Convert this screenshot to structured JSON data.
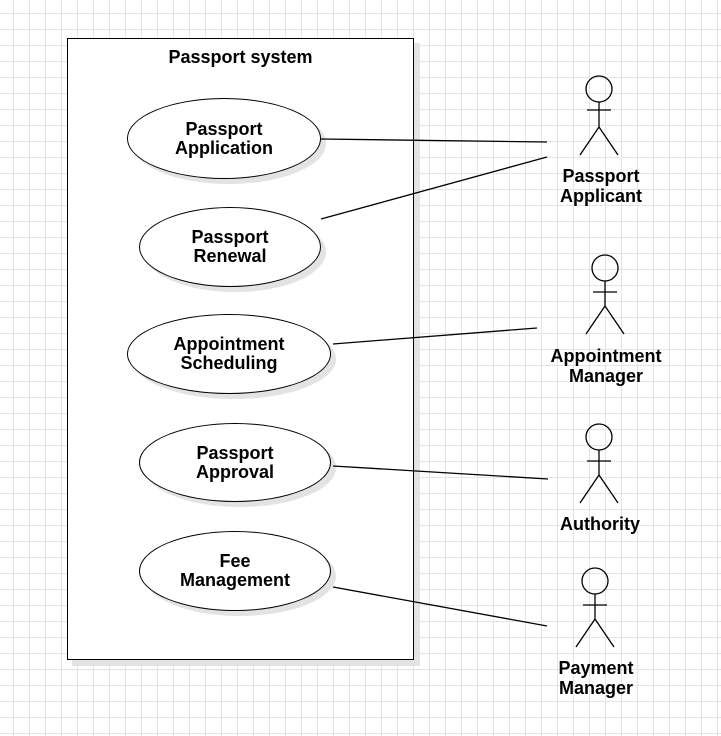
{
  "system": {
    "title": "Passport system"
  },
  "use_cases": [
    {
      "id": "passport-application",
      "label": "Passport\nApplication"
    },
    {
      "id": "passport-renewal",
      "label": "Passport\nRenewal"
    },
    {
      "id": "appointment-scheduling",
      "label": "Appointment\nScheduling"
    },
    {
      "id": "passport-approval",
      "label": "Passport\nApproval"
    },
    {
      "id": "fee-management",
      "label": "Fee\nManagement"
    }
  ],
  "actors": [
    {
      "id": "passport-applicant",
      "label": "Passport\nApplicant"
    },
    {
      "id": "appointment-manager",
      "label": "Appointment\nManager"
    },
    {
      "id": "authority",
      "label": "Authority"
    },
    {
      "id": "payment-manager",
      "label": "Payment\nManager"
    }
  ],
  "associations": [
    {
      "from": "passport-application",
      "to": "passport-applicant"
    },
    {
      "from": "passport-renewal",
      "to": "passport-applicant"
    },
    {
      "from": "appointment-scheduling",
      "to": "appointment-manager"
    },
    {
      "from": "passport-approval",
      "to": "authority"
    },
    {
      "from": "fee-management",
      "to": "payment-manager"
    }
  ]
}
